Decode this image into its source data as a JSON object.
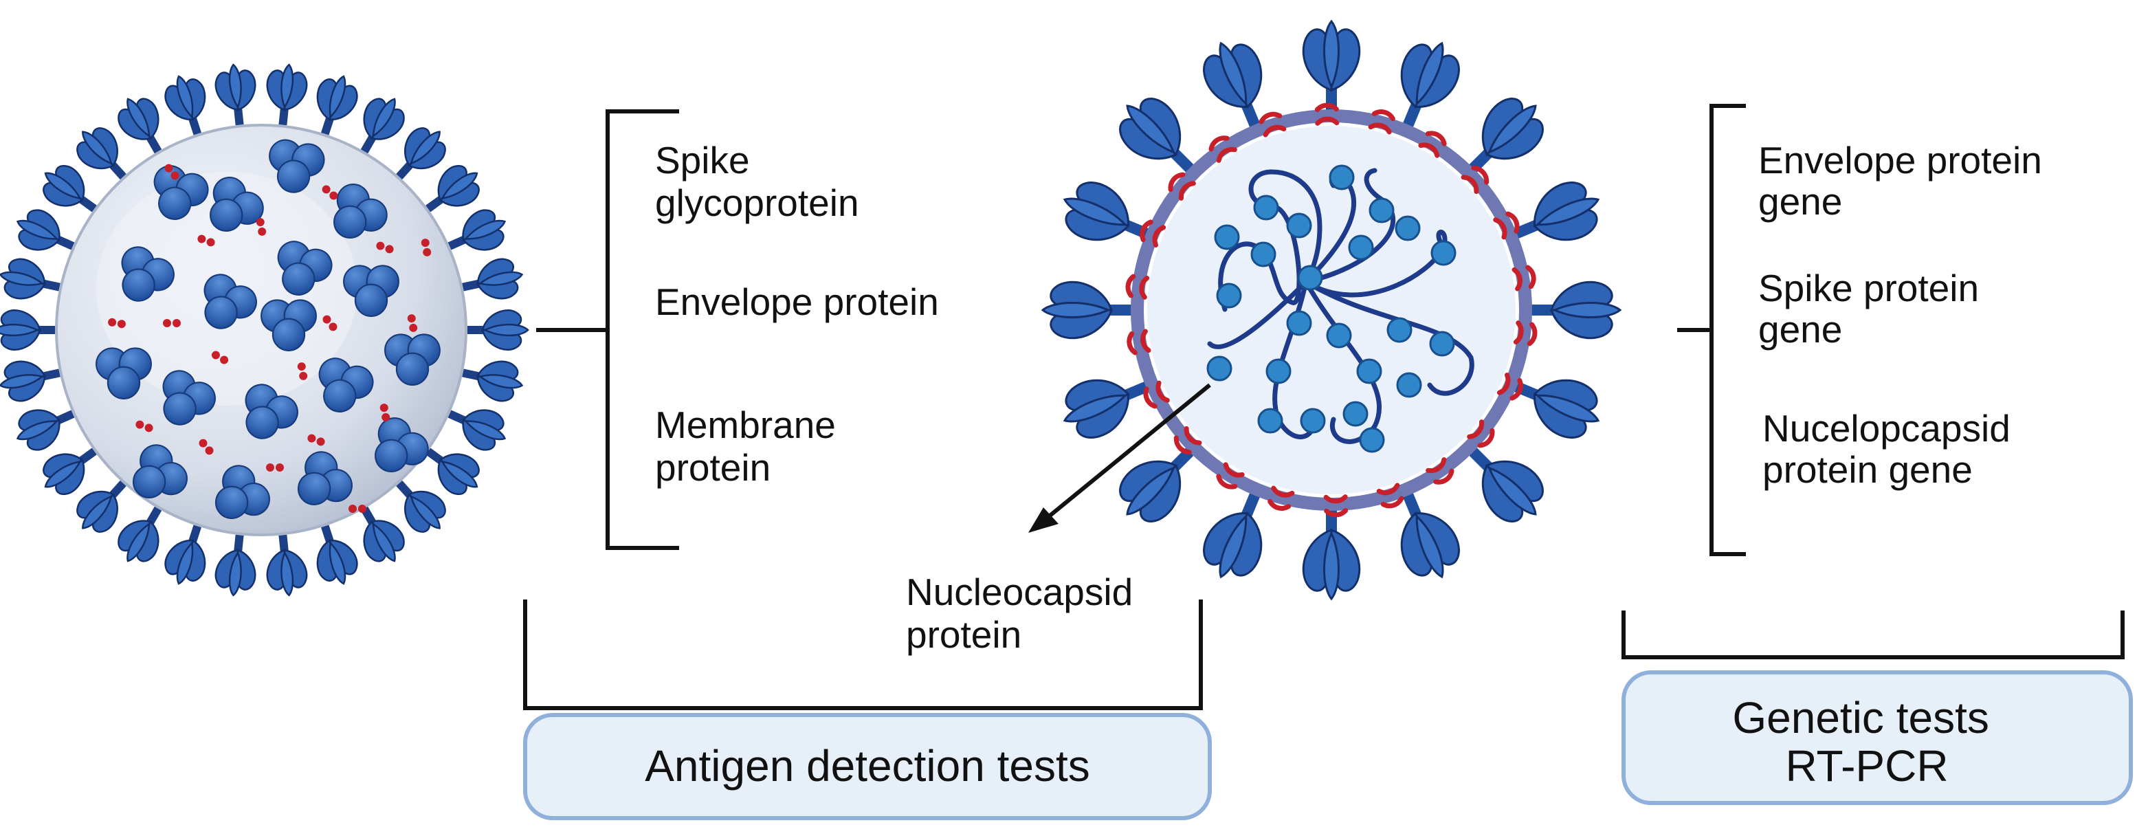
{
  "antigen_targets": {
    "spike": [
      "Spike",
      "glycoprotein"
    ],
    "envelope": [
      "Envelope protein"
    ],
    "membrane": [
      "Membrane",
      "protein"
    ],
    "nucleocapsid": [
      "Nucleocapsid",
      "protein"
    ]
  },
  "genetic_targets": {
    "envelope_gene": [
      "Envelope protein",
      "gene"
    ],
    "spike_gene": [
      "Spike protein",
      "gene"
    ],
    "nucleocapsid_gene": [
      "Nucelopcapsid",
      "protein gene"
    ]
  },
  "boxes": {
    "antigen": [
      "Antigen detection tests"
    ],
    "genetic": [
      "Genetic tests",
      "RT-PCR"
    ]
  },
  "colors": {
    "spike_blue": "#2f63b5",
    "spike_dark": "#1d3f86",
    "virion_fill": "#dde3ef",
    "envelope_red": "#c8202b",
    "membrane_ring": "#6f78b2",
    "rna_navy": "#1e3a8a",
    "nucleocapsid_bead": "#2f86c9",
    "box_fill": "#e7eff9",
    "box_border": "#8fb0da"
  },
  "icons": [
    "coronavirus-outer-icon",
    "coronavirus-cross-section-icon",
    "arrow-icon"
  ]
}
